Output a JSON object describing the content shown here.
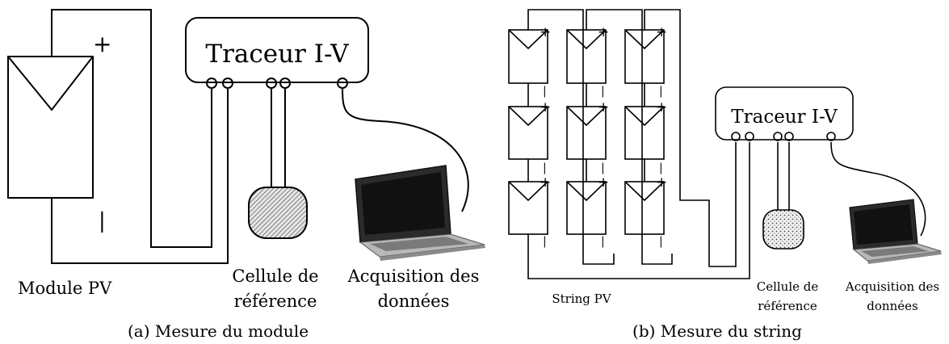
{
  "panel_a": {
    "tracer_label": "Traceur I-V",
    "module_label": "Module PV",
    "plus": "+",
    "minus": "|",
    "ref_cell_line1": "Cellule de",
    "ref_cell_line2": "référence",
    "acq_line1": "Acquisition des",
    "acq_line2": "données",
    "caption": "(a) Mesure du module"
  },
  "panel_b": {
    "tracer_label": "Traceur I-V",
    "string_label": "String PV",
    "plus": "+",
    "minus": "|",
    "ref_cell_line1": "Cellule de",
    "ref_cell_line2": "référence",
    "acq_line1": "Acquisition des",
    "acq_line2": "données",
    "caption": "(b) Mesure du string"
  }
}
